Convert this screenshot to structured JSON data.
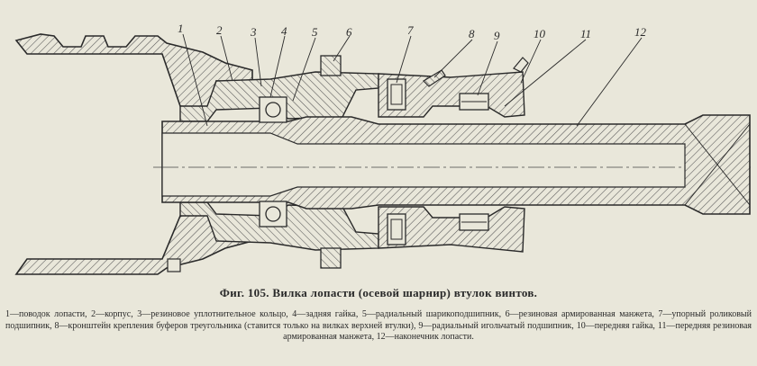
{
  "figure": {
    "caption": "Фиг. 105. Вилка лопасти (осевой шарнир) втулок винтов.",
    "callouts": [
      "1",
      "2",
      "3",
      "4",
      "5",
      "6",
      "7",
      "8",
      "9",
      "10",
      "11",
      "12"
    ],
    "legend": "1—поводок лопасти, 2—корпус, 3—резиновое уплотнительное кольцо, 4—задняя гайка, 5—радиальный шарикоподшипник, 6—резиновая армированная манжета, 7—упорный роликовый подшипник, 8—кронштейн крепления буферов треугольника (ставится только на вилках верхней втулки), 9—радиальный игольчатый подшипник, 10—передняя гайка, 11—передняя резиновая армированная манжета, 12—наконечник лопасти."
  },
  "colors": {
    "paper": "#e9e7da",
    "ink": "#2a2a2a",
    "hatch": "#555555"
  }
}
